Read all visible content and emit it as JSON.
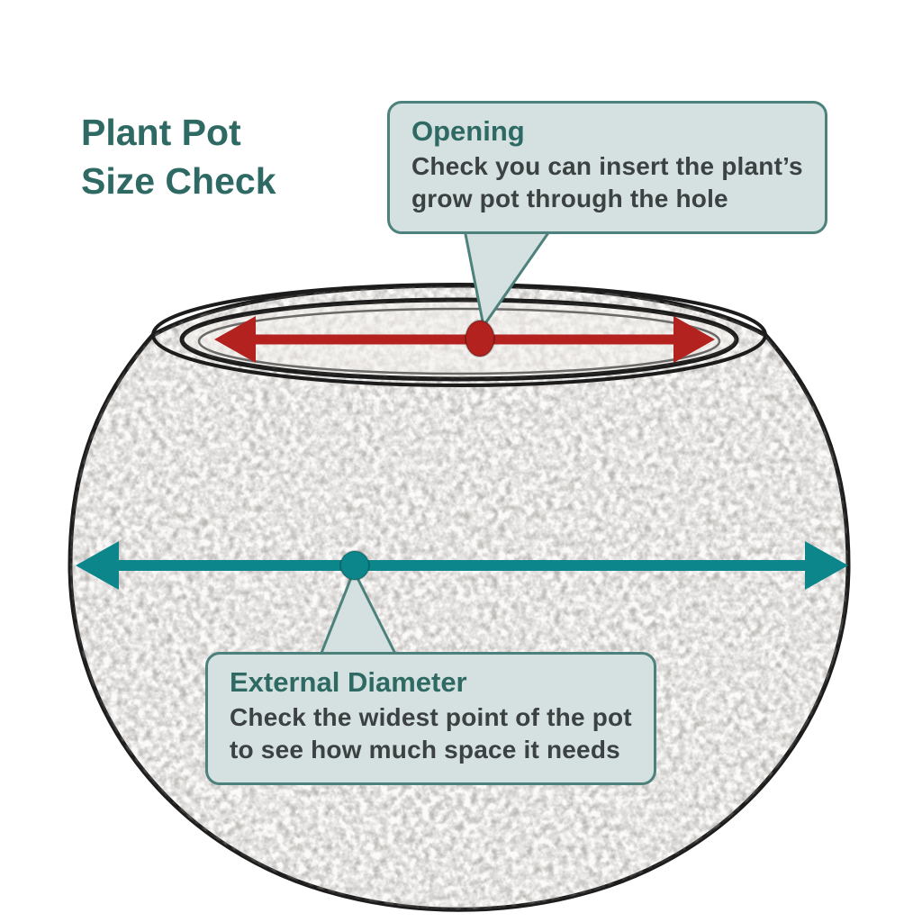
{
  "page": {
    "title_line1": "Plant Pot",
    "title_line2": "Size Check"
  },
  "callouts": {
    "opening": {
      "heading": "Opening",
      "body": "Check you can insert the plant’s\ngrow pot through the hole"
    },
    "external_diameter": {
      "heading": "External Diameter",
      "body": "Check the widest point of the pot\nto see how much space it needs"
    }
  },
  "icons": {
    "opening_arrow": "double-headed-arrow",
    "diameter_arrow": "double-headed-arrow",
    "opening_dot": "measure-midpoint-dot",
    "diameter_dot": "measure-midpoint-dot"
  },
  "colors": {
    "heading_teal": "#2E6A63",
    "callout_bg": "#D4E1E0",
    "callout_border": "#4D817C",
    "body_text": "#3C4142",
    "opening_arrow_red": "#B3221E",
    "diameter_arrow_teal": "#0C868B",
    "sketch_outline": "#1C1C1C",
    "page_bg": "#FFFFFF"
  }
}
